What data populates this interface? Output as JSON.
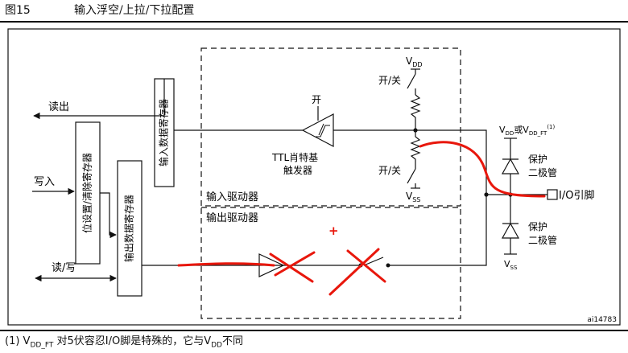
{
  "figure": {
    "number": "图15",
    "title": "输入浮空/上拉/下拉配置",
    "code": "ai14783"
  },
  "registers": {
    "input_data": "输入数据寄存器",
    "bit_set_reset": "位设置/清除寄存器",
    "output_data": "输出数据寄存器"
  },
  "signals": {
    "read": "读出",
    "write": "写入",
    "read_write": "读/写"
  },
  "input_driver": {
    "label": "输入驱动器",
    "switch_on": "开",
    "schmitt_line1": "TTL肖特基",
    "schmitt_line2": "触发器",
    "pullup_switch": "开/关",
    "pulldown_switch": "开/关",
    "vdd": "V",
    "vdd_sub": "DD",
    "vss": "V",
    "vss_sub": "SS"
  },
  "output_driver": {
    "label": "输出驱动器"
  },
  "protection": {
    "supply_prefix": "V",
    "supply_sub1": "DD",
    "supply_or": "或V",
    "supply_sub2": "DD_FT",
    "supply_note": "(1)",
    "upper_diode_1": "保护",
    "upper_diode_2": "二极管",
    "lower_diode_1": "保护",
    "lower_diode_2": "二极管",
    "vss": "V",
    "vss_sub": "SS"
  },
  "pin": {
    "label": "I/O引脚"
  },
  "annotations": {
    "plus_mark": "+",
    "colors": {
      "ink": "#111111",
      "annotation_red": "#e8170c"
    }
  },
  "footnote": {
    "prefix": "(1) V",
    "sub1": "DD_FT",
    "middle": " 对5伏容忍I/O脚是特殊的，它与V",
    "sub2": "DD",
    "suffix": "不同"
  }
}
